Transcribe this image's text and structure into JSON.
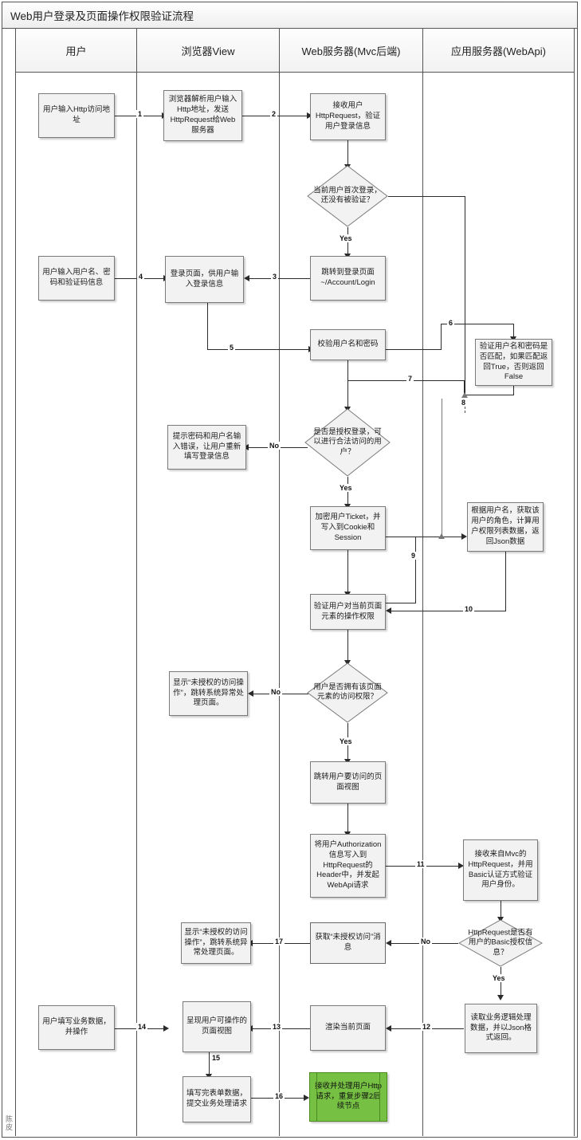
{
  "diagram": {
    "title": "Web用户登录及页面操作权限验证流程",
    "watermark": "陈皮",
    "lanes": [
      {
        "id": "user",
        "label": "用户"
      },
      {
        "id": "browser",
        "label": "浏览器View"
      },
      {
        "id": "webserver",
        "label": "Web服务器(Mvc后端)"
      },
      {
        "id": "appserver",
        "label": "应用服务器(WebApi)"
      }
    ],
    "colors": {
      "node_fill": "#f2f2f2",
      "node_border": "#7a7a7a",
      "highlight_fill": "#76c043",
      "highlight_border": "#4c8a22",
      "line": "#2b2b2b",
      "frame": "#555555"
    },
    "nodes": [
      {
        "id": "n1",
        "lane": "user",
        "type": "process",
        "text": "用户输入Http访问地址"
      },
      {
        "id": "n2",
        "lane": "browser",
        "type": "process",
        "text": "浏览器解析用户输入Http地址，发送HttpRequest给Web服务器"
      },
      {
        "id": "n3",
        "lane": "webserver",
        "type": "process",
        "text": "接收用户HttpRequest，验证用户登录信息"
      },
      {
        "id": "d1",
        "lane": "webserver",
        "type": "decision",
        "text": "当前用户首次登录，还没有被验证？"
      },
      {
        "id": "n4",
        "lane": "user",
        "type": "process",
        "text": "用户输入用户名、密码和验证码信息"
      },
      {
        "id": "n5",
        "lane": "browser",
        "type": "process",
        "text": "登录页面，供用户输入登录信息"
      },
      {
        "id": "n6",
        "lane": "webserver",
        "type": "process",
        "text": "跳转到登录页面~/Account/Login"
      },
      {
        "id": "n7",
        "lane": "webserver",
        "type": "process",
        "text": "校验用户名和密码"
      },
      {
        "id": "n8",
        "lane": "appserver",
        "type": "process",
        "text": "验证用户名和密码是否匹配，如果匹配返回True，否则返回False"
      },
      {
        "id": "d2",
        "lane": "webserver",
        "type": "decision",
        "text": "是否是授权登录，可以进行合法访问的用户？"
      },
      {
        "id": "n9",
        "lane": "browser",
        "type": "process",
        "text": "提示密码和用户名输入错误，让用户重新填写登录信息"
      },
      {
        "id": "n10",
        "lane": "webserver",
        "type": "process",
        "text": "加密用户Ticket，并写入到Cookie和Session"
      },
      {
        "id": "n11",
        "lane": "appserver",
        "type": "process",
        "text": "根据用户名，获取该用户的角色，计算用户权限列表数据，返回Json数据"
      },
      {
        "id": "n12",
        "lane": "webserver",
        "type": "process",
        "text": "验证用户对当前页面元素的操作权限"
      },
      {
        "id": "d3",
        "lane": "webserver",
        "type": "decision",
        "text": "用户是否拥有该页面元素的访问权限？"
      },
      {
        "id": "n13",
        "lane": "browser",
        "type": "process",
        "text": "显示“未授权的访问操作”，跳转系统异常处理页面。"
      },
      {
        "id": "n14",
        "lane": "webserver",
        "type": "process",
        "text": "跳转用户要访问的页面视图"
      },
      {
        "id": "n15",
        "lane": "webserver",
        "type": "process",
        "text": "将用户Authorization信息写入到HttpRequest的Header中，并发起WebApi请求"
      },
      {
        "id": "n16",
        "lane": "appserver",
        "type": "process",
        "text": "接收来自Mvc的HttpRequest，并用Basic认证方式验证用户身份。"
      },
      {
        "id": "d4",
        "lane": "appserver",
        "type": "decision",
        "text": "HttpRequest是否有用户的Basic授权信息？"
      },
      {
        "id": "n17",
        "lane": "webserver",
        "type": "process",
        "text": "获取“未授权访问”消息"
      },
      {
        "id": "n18",
        "lane": "browser",
        "type": "process",
        "text": "显示“未授权的访问操作”，跳转系统异常处理页面。"
      },
      {
        "id": "n19",
        "lane": "appserver",
        "type": "process",
        "text": "读取业务逻辑处理数据，并以Json格式返回。"
      },
      {
        "id": "n20",
        "lane": "webserver",
        "type": "process",
        "text": "渲染当前页面"
      },
      {
        "id": "n21",
        "lane": "browser",
        "type": "process",
        "text": "呈现用户可操作的页面视图"
      },
      {
        "id": "n22",
        "lane": "user",
        "type": "process",
        "text": "用户填写业务数据，并操作"
      },
      {
        "id": "n23",
        "lane": "browser",
        "type": "process",
        "text": "填写完表单数据，提交业务处理请求"
      },
      {
        "id": "n24",
        "lane": "webserver",
        "type": "predefined",
        "text": "接收并处理用户Http请求，重复步骤2后续节点",
        "highlight": true
      }
    ],
    "edge_labels": [
      "1",
      "2",
      "3",
      "4",
      "5",
      "6",
      "7",
      "8",
      "9",
      "10",
      "11",
      "12",
      "13",
      "14",
      "15",
      "16",
      "17"
    ],
    "branch_labels": {
      "yes": "Yes",
      "no": "No"
    }
  }
}
